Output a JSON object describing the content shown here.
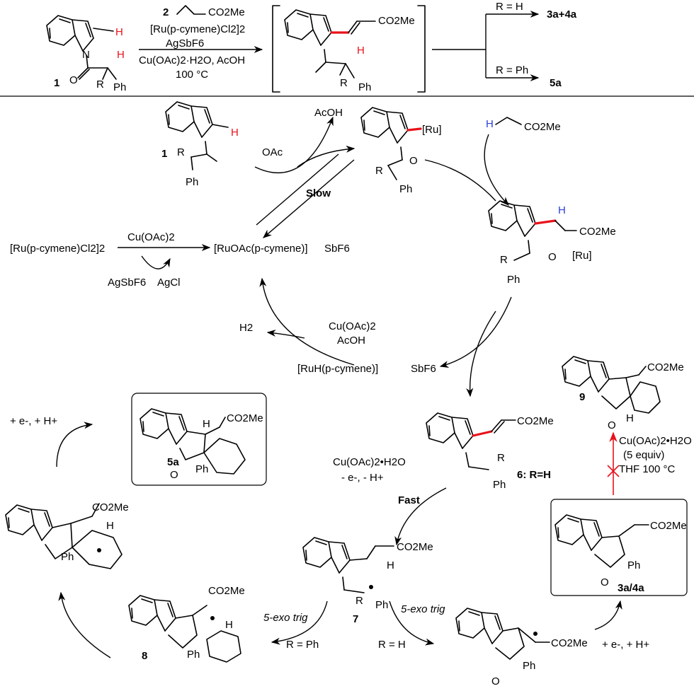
{
  "top_scheme": {
    "substrate_label": "1",
    "sub_H": "H",
    "sub_H2": "H",
    "sub_R": "R",
    "sub_Ph": "Ph",
    "sub_N": "N",
    "sub_O": "O",
    "reagent_num": "2",
    "acrylate_label": "CO2Me",
    "catalyst": "[Ru(p-cymene)Cl2]2",
    "additive": "AgSbF6",
    "oxidant": "Cu(OAc)2·H2O, AcOH",
    "temperature": "100 °C",
    "intermediate_ester": "CO2Me",
    "intermediate_H": "H",
    "intermediate_R": "R",
    "intermediate_Ph": "Ph",
    "branch_upper_condition": "R = H",
    "branch_upper_product": "3a+4a",
    "branch_lower_condition": "R = Ph",
    "branch_lower_product": "5a"
  },
  "cycle": {
    "substrate_label": "1",
    "substrate_H": "H",
    "substrate_R": "R",
    "substrate_Ph": "Ph",
    "acetate": "OAc",
    "acoh": "AcOH",
    "slow_label": "Slow",
    "ru_metallacycle": "[Ru]",
    "ru_R": "R",
    "ru_Ph": "Ph",
    "acrylate_H": "H",
    "acrylate_ester": "CO2Me",
    "insertion_H": "H",
    "insertion_ester": "CO2Me",
    "insertion_ru": "[Ru]",
    "insertion_R": "R",
    "insertion_Ph": "Ph",
    "precatalyst": "[Ru(p-cymene)Cl2]2",
    "precatalyst_reagent": "Cu(OAc)2",
    "active_catalyst": "[RuOAc(p-cymene)]",
    "active_counterion": "SbF6",
    "silver_salt": "AgSbF6",
    "silver_byproduct": "AgCl",
    "h2": "H2",
    "regen_reagent": "Cu(OAc)2",
    "regen_acid": "AcOH",
    "hydride": "[RuH(p-cymene)]",
    "hydride_counterion": "SbF6"
  },
  "lower_scheme": {
    "product5a_ester": "CO2Me",
    "product5a_label": "5a",
    "product5a_Ph": "Ph",
    "product5a_H": "H",
    "cmpd6_ester": "CO2Me",
    "cmpd6_R": "R",
    "cmpd6_Ph": "Ph",
    "cmpd6_label": "6: R=H",
    "set_reagent": "Cu(OAc)2•H2O",
    "set_loss": "- e-, - H+",
    "fast_label": "Fast",
    "radical7_ester": "CO2Me",
    "radical7_H": "H",
    "radical7_R": "R",
    "radical7_Ph": "Ph",
    "radical7_label": "7",
    "cyclization_left": "5-exo trig",
    "cond_left": "R = Ph",
    "cyclization_right": "5-exo trig",
    "cond_right": "R = H",
    "radical8_ester": "CO2Me",
    "radical8_label": "8",
    "radical8_Ph": "Ph",
    "radical8_H": "H",
    "cyclohexadienyl_ester": "CO2Me",
    "cyclohexadienyl_Ph": "Ph",
    "cyclohexadienyl_H": "H",
    "reduction_top": "+ e-, + H+",
    "reduction_right": "+ e-, + H+",
    "radical_right_ester": "CO2Me",
    "radical_right_Ph": "Ph",
    "product3a_ester": "CO2Me",
    "product3a_Ph": "Ph",
    "product3a_label": "3a/4a",
    "cmpd9_ester": "CO2Me",
    "cmpd9_label": "9",
    "cmpd9_H": "H",
    "failed_reagent": "Cu(OAc)2•H2O",
    "failed_equiv": "(5 equiv)",
    "failed_conditions": "THF 100 °C"
  }
}
